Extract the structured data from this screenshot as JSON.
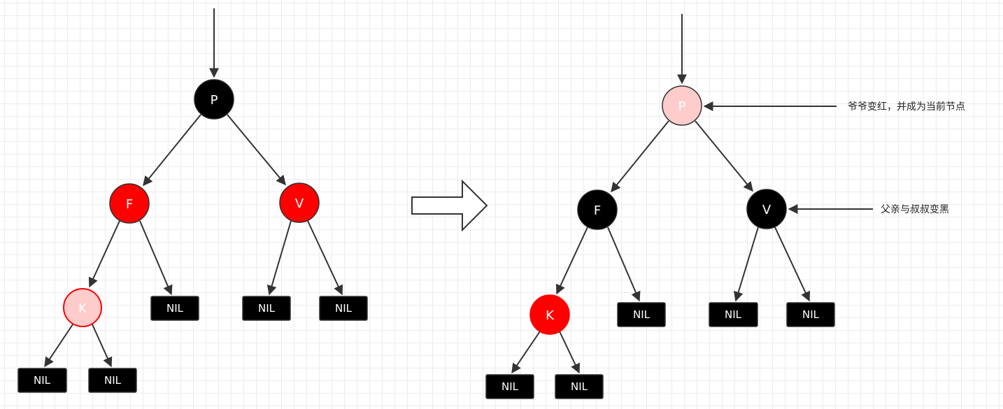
{
  "colors": {
    "black": "#000000",
    "red": "#ff0000",
    "pink_fill": "#ffcccc",
    "edge": "#333333",
    "label": "#ffffff"
  },
  "trees": [
    {
      "name": "before",
      "nodes": [
        {
          "id": "P",
          "label": "P",
          "color": "black"
        },
        {
          "id": "F",
          "label": "F",
          "color": "red"
        },
        {
          "id": "V",
          "label": "V",
          "color": "red"
        },
        {
          "id": "K",
          "label": "K",
          "color": "pink"
        }
      ],
      "nil_label": "NIL"
    },
    {
      "name": "after",
      "nodes": [
        {
          "id": "P",
          "label": "P",
          "color": "pink"
        },
        {
          "id": "F",
          "label": "F",
          "color": "black"
        },
        {
          "id": "V",
          "label": "V",
          "color": "black"
        },
        {
          "id": "K",
          "label": "K",
          "color": "red"
        }
      ],
      "nil_label": "NIL"
    }
  ],
  "transition_arrow": "right-arrow-outline",
  "annotations": [
    {
      "target": "P",
      "text": "爷爷变红，并成为当前节点"
    },
    {
      "target": "V",
      "text": "父亲与叔叔变黑"
    }
  ]
}
